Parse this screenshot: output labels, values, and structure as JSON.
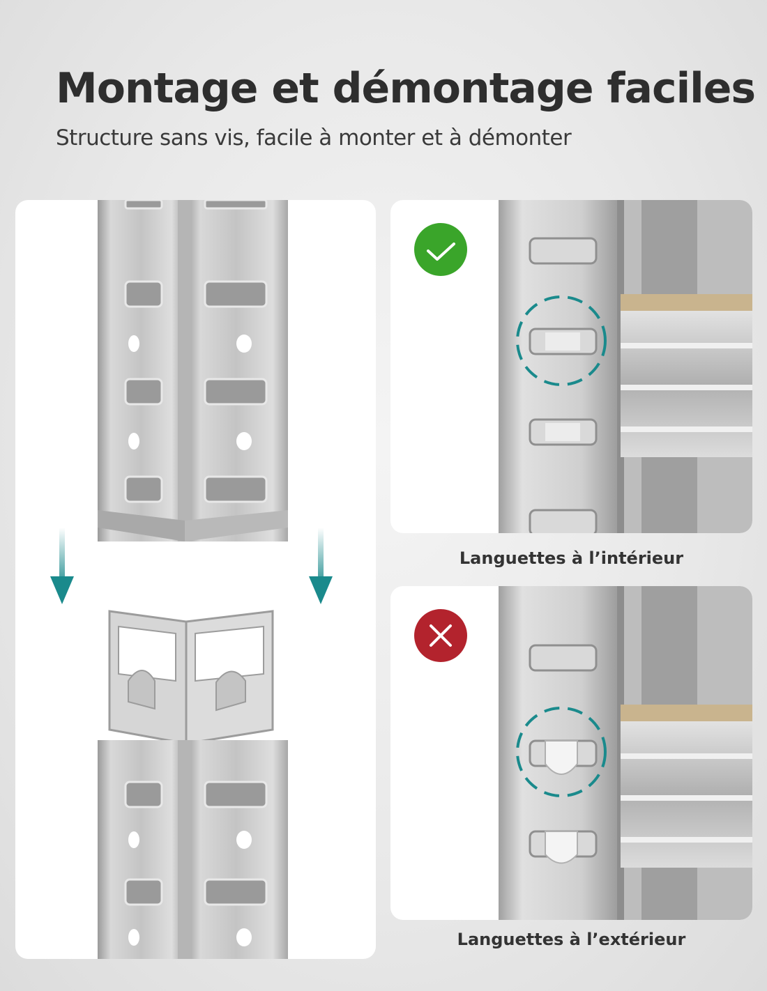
{
  "header": {
    "title": "Montage et démontage faciles",
    "subtitle": "Structure sans vis, facile à monter et à démonter"
  },
  "panels": {
    "inside": {
      "caption": "Languettes à l’intérieur",
      "status_icon": "check-icon",
      "status_color": "#3aa52a"
    },
    "outside": {
      "caption": "Languettes à l’extérieur",
      "status_icon": "cross-icon",
      "status_color": "#b3232d"
    }
  },
  "colors": {
    "accent_teal": "#1a8a8c",
    "metal": "#c9c9c9",
    "wood": "#c9b48e"
  }
}
